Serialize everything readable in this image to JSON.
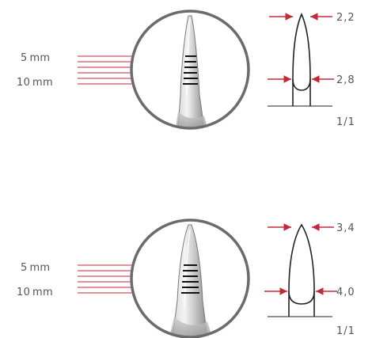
{
  "colors": {
    "accent": "#c6283a",
    "outline": "#6b6b6b",
    "line": "#222222",
    "text": "#555555"
  },
  "panels": [
    {
      "depth_labels": [
        "5 mm",
        "10 mm"
      ],
      "tip_width": "2,2",
      "base_width": "2,8",
      "scale": "1/1"
    },
    {
      "depth_labels": [
        "5 mm",
        "10 mm"
      ],
      "tip_width": "3,4",
      "base_width": "4,0",
      "scale": "1/1"
    }
  ]
}
